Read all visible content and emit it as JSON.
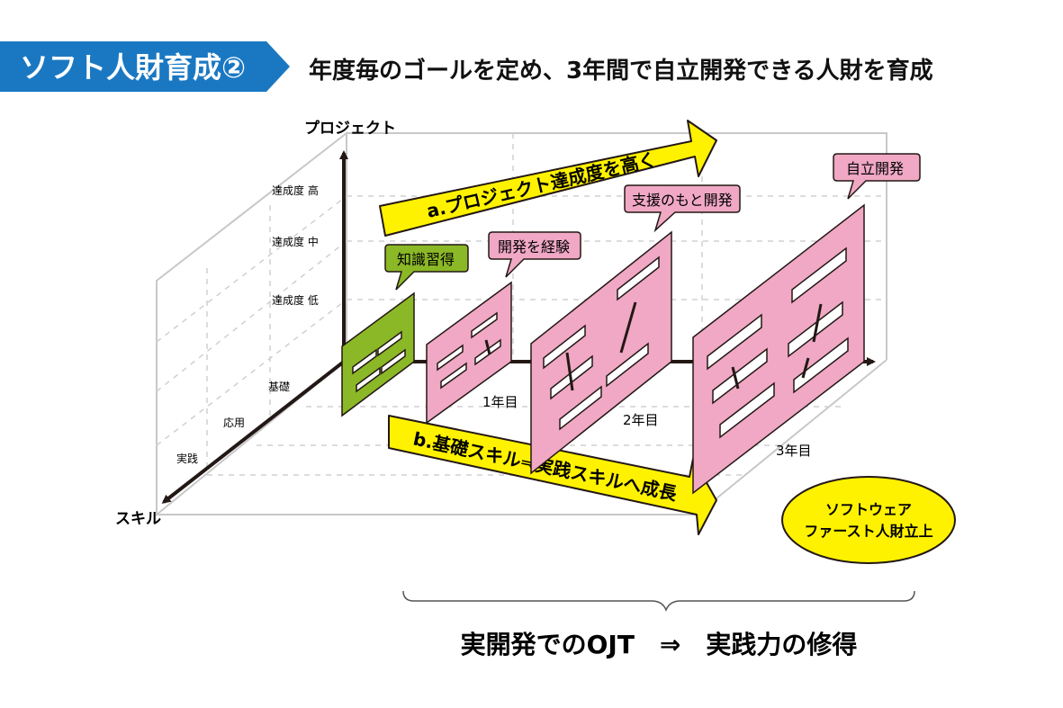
{
  "header": {
    "badge": "ソフト人財育成②",
    "subtitle": "年度毎のゴールを定め、3年間で自立開発できる人財を育成"
  },
  "axes": {
    "project": "プロジェクト",
    "skill": "スキル",
    "levels": [
      "達成度 高",
      "達成度 中",
      "達成度 低"
    ],
    "skill_levels": [
      "基礎",
      "応用",
      "実践"
    ],
    "years": [
      "1年目",
      "2年目",
      "3年目"
    ]
  },
  "arrows": {
    "a": "a.プロジェクト達成度を高く",
    "b": "b.基礎スキル⇒実践スキルへ成長"
  },
  "callouts": {
    "knowledge": "知識習得",
    "experience": "開発を経験",
    "supported": "支援のもと開発",
    "independent": "自立開発"
  },
  "goal": {
    "line1": "ソフトウェア",
    "line2": "ファースト人財立上"
  },
  "footer": "実開発でのOJT　⇒　実践力の修得",
  "colors": {
    "accent_blue": "#1a78c2",
    "green": "#8bb826",
    "pink": "#f0a8c4",
    "yellow": "#fff200",
    "axis": "#231815"
  }
}
